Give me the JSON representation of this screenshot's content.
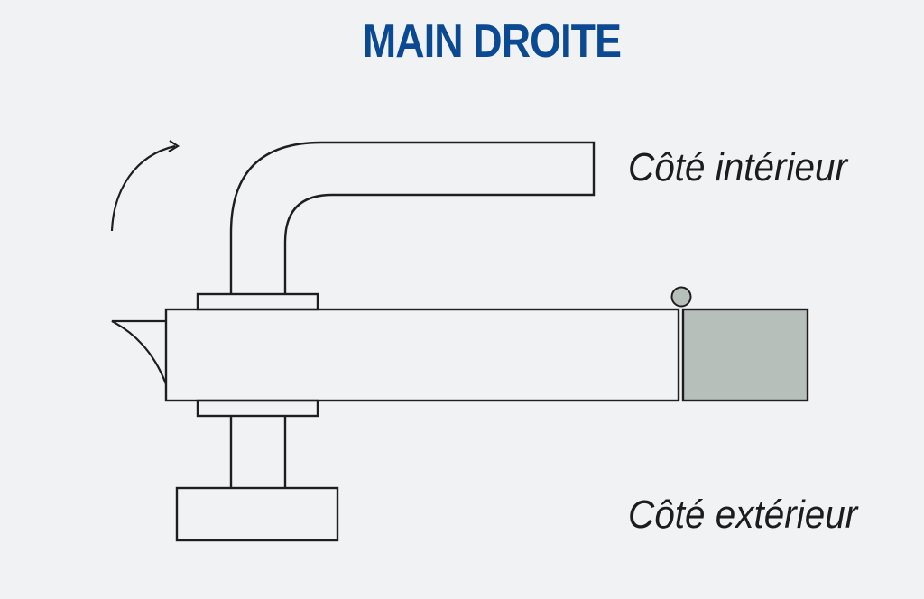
{
  "title": "MAIN DROITE",
  "labels": {
    "inside": "Côté intérieur",
    "outside": "Côté extérieur"
  },
  "colors": {
    "title": "#0b4a92",
    "text": "#1c1c1c",
    "line": "#1e1e1e",
    "strike_box": "#b7bfbb",
    "background": "#f0f2f4"
  },
  "icons": {
    "rotation": "curved-arrow-icon"
  }
}
